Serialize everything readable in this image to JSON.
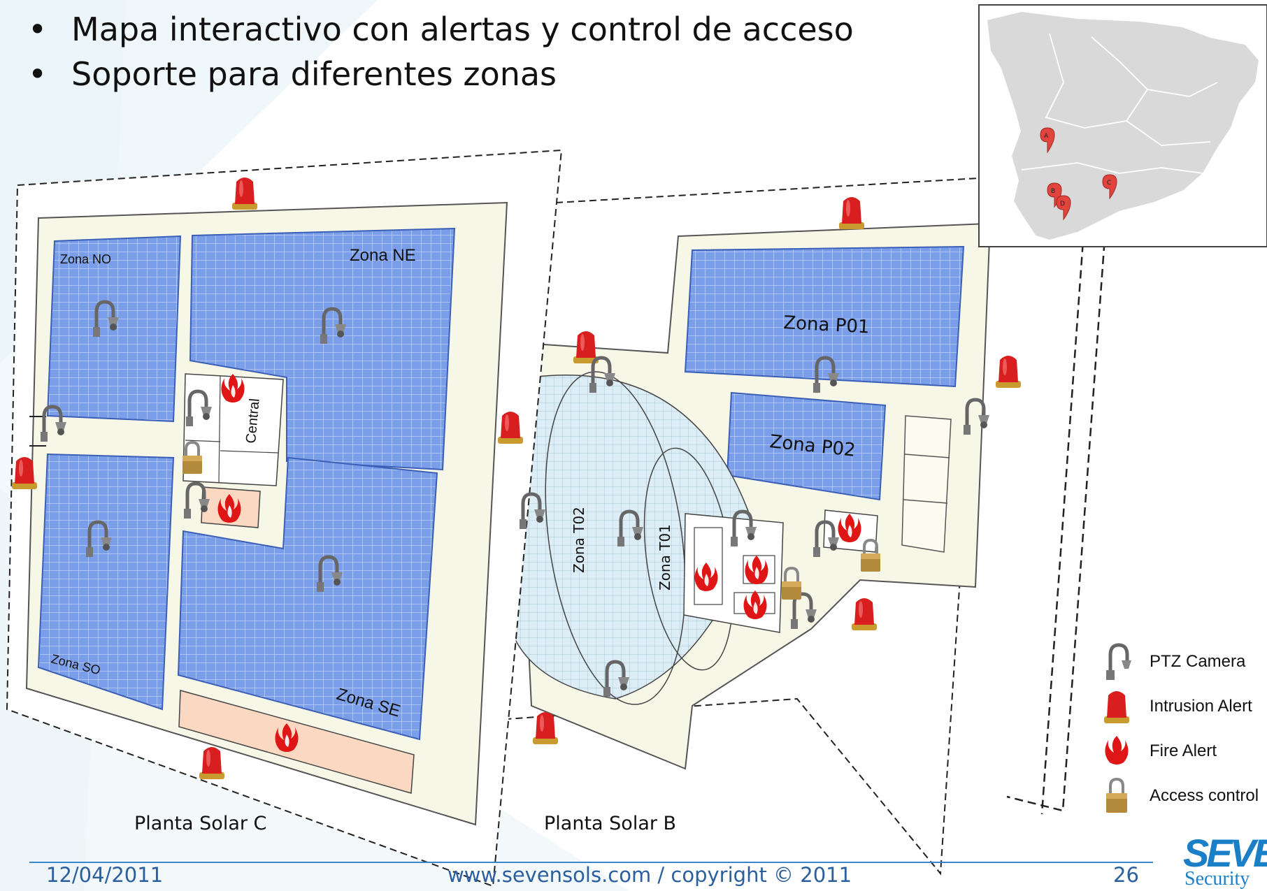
{
  "slide": {
    "bullets": [
      "Mapa interactivo con alertas y control de acceso",
      "Soporte para diferentes zonas"
    ],
    "bullet_glyph": "•",
    "accent_color": "#3a86c8"
  },
  "plant_c": {
    "label": "Planta Solar C",
    "zones": {
      "no": "Zona NO",
      "ne": "Zona NE",
      "so": "Zona SO",
      "se": "Zona SE",
      "central": "Central"
    }
  },
  "plant_b": {
    "label": "Planta Solar B",
    "zones": {
      "p01": "Zona P01",
      "p02": "Zona P02",
      "t01": "Zona T01",
      "t02": "Zona T02"
    }
  },
  "map": {
    "markers": [
      "A",
      "B",
      "C",
      "D"
    ],
    "marker_color": "#e0443c",
    "land_color": "#d9d9d9"
  },
  "legend": {
    "items": [
      {
        "label": "PTZ Camera",
        "icon": "ptz-camera-icon"
      },
      {
        "label": "Intrusion Alert",
        "icon": "intrusion-alert-icon"
      },
      {
        "label": "Fire Alert",
        "icon": "fire-alert-icon"
      },
      {
        "label": "Access control",
        "icon": "access-control-icon"
      }
    ]
  },
  "footer": {
    "date": "12/04/2011",
    "site": "www.sevensols.com  /  copyright © 2011",
    "page": "26"
  },
  "logo": {
    "name": "SEVEN",
    "sub": "Security",
    "color": "#1a7fc7"
  },
  "colors": {
    "panel": "#7a9eea",
    "panel_grid": "#c8d8f8",
    "floor": "#f7f7e8",
    "fire_zone": "#fbd8c2",
    "alert_red": "#d81e1e",
    "water_zone": "#dcedf5"
  }
}
